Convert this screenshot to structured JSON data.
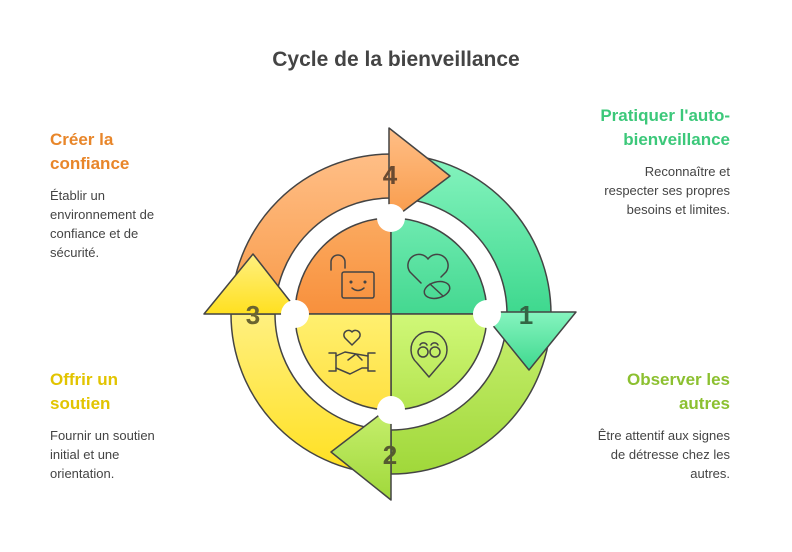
{
  "title": "Cycle de la bienveillance",
  "steps": [
    {
      "number": "1",
      "heading": "Pratiquer l'auto-bienveillance",
      "text": "Reconnaître et respecter ses propres besoins et limites.",
      "color": "#3cc87a",
      "icon": "heart-pill-icon"
    },
    {
      "number": "2",
      "heading": "Observer les autres",
      "text": "Être attentif aux signes de détresse chez les autres.",
      "color": "#8cc030",
      "icon": "binoculars-location-icon"
    },
    {
      "number": "3",
      "heading": "Offrir un soutien",
      "text": "Fournir un soutien initial et une orientation.",
      "color": "#e2c400",
      "icon": "handshake-heart-icon"
    },
    {
      "number": "4",
      "heading": "Créer la confiance",
      "text": "Établir un environnement de confiance et de sécurité.",
      "color": "#e8862a",
      "icon": "unlocked-padlock-icon"
    }
  ]
}
